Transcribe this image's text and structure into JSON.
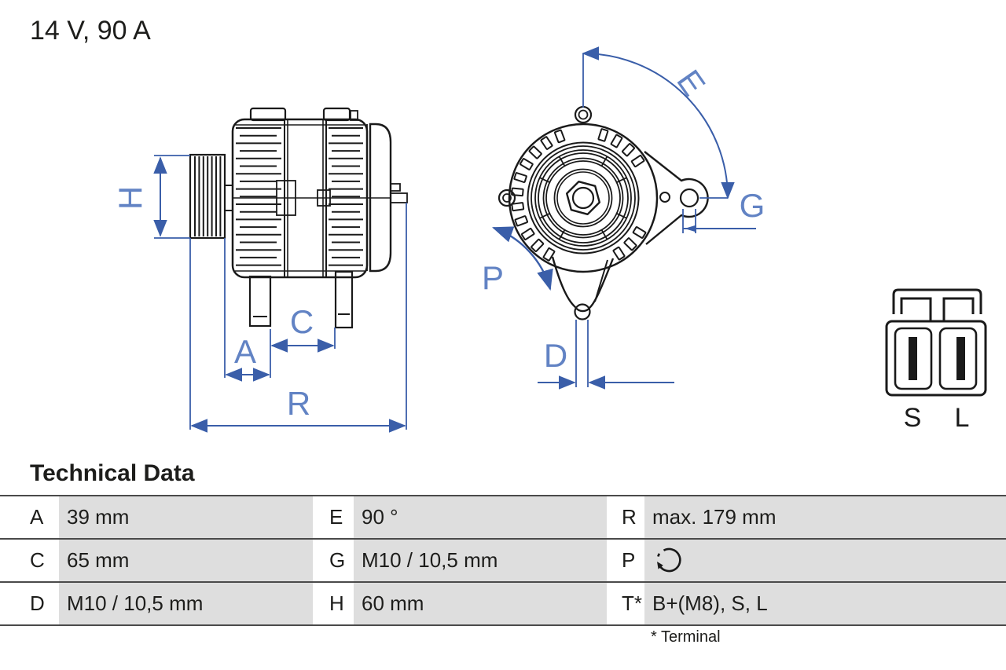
{
  "title": "14 V, 90 A",
  "section_heading": "Technical Data",
  "table": {
    "rows": [
      [
        {
          "label": "A",
          "value": "39 mm"
        },
        {
          "label": "E",
          "value": "90 °"
        },
        {
          "label": "R",
          "value": "max. 179 mm"
        }
      ],
      [
        {
          "label": "C",
          "value": "65 mm"
        },
        {
          "label": "G",
          "value": "M10 / 10,5 mm"
        },
        {
          "label": "P",
          "value": "",
          "icon": "rotation-direction"
        }
      ],
      [
        {
          "label": "D",
          "value": "M10 / 10,5 mm"
        },
        {
          "label": "H",
          "value": "60 mm"
        },
        {
          "label": "T*",
          "value": "B+(M8), S, L"
        }
      ]
    ],
    "footnote": "* Terminal"
  },
  "diagram": {
    "dimension_labels": {
      "H": "H",
      "A": "A",
      "C": "C",
      "R": "R",
      "E": "E",
      "G": "G",
      "P": "P",
      "D": "D"
    },
    "connector_pins": {
      "s": "S",
      "l": "L"
    },
    "colors": {
      "dimension_blue": "#3a5ea9",
      "dimension_label_blue": "#6283c4",
      "drawing_black": "#1a1a1a"
    }
  },
  "colors": {
    "table_value_background": "#dedede",
    "table_rule": "#4a4a4a",
    "text": "#1d1d1b"
  }
}
